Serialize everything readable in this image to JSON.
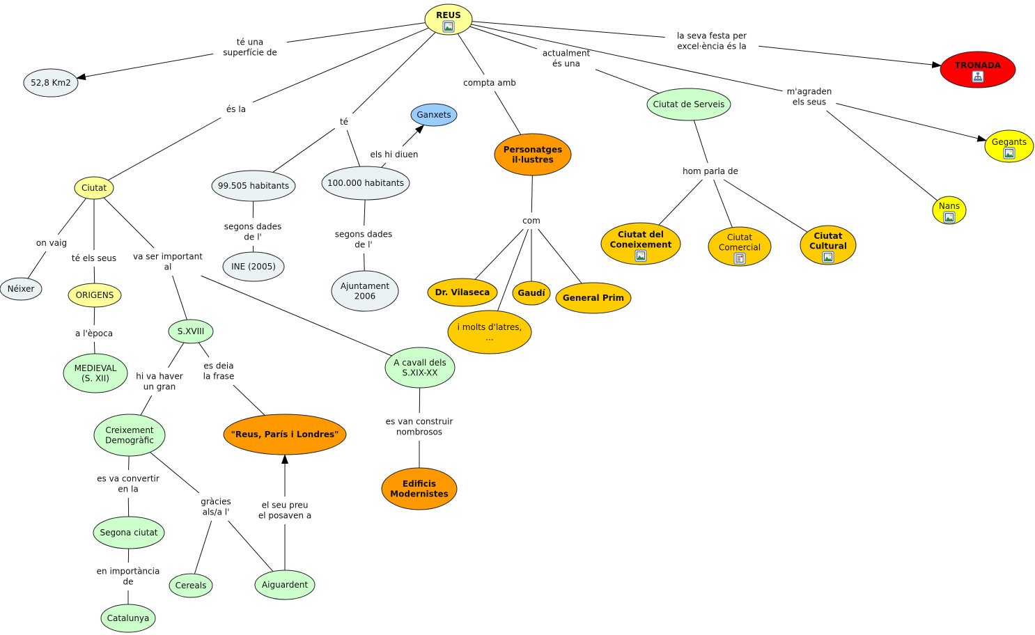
{
  "title": "REUS",
  "colors": {
    "root": "#ffff99",
    "root_text": "#ee0000",
    "pale_grey": "#eaf2f4",
    "pale_yellow": "#ffff99",
    "pale_green": "#ccffcc",
    "blue": "#99ccff",
    "orange": "#ff9900",
    "gold": "#ffcc00",
    "yellow": "#ffff00",
    "red": "#ff0000"
  },
  "nodes": [
    {
      "id": "reus",
      "label": [
        "REUS"
      ],
      "color": "root",
      "bold": true,
      "text_color": "root_text",
      "icon": "image-icon"
    },
    {
      "id": "km2",
      "label": [
        "52,8 Km2"
      ],
      "color": "pale_grey"
    },
    {
      "id": "tronada",
      "label": [
        "TRONADA"
      ],
      "color": "red",
      "bold": true,
      "icon": "concept-map-icon"
    },
    {
      "id": "ciutat",
      "label": [
        "Ciutat"
      ],
      "color": "pale_yellow"
    },
    {
      "id": "hab99",
      "label": [
        "99.505 habitants"
      ],
      "color": "pale_grey"
    },
    {
      "id": "hab100",
      "label": [
        "100.000 habitants"
      ],
      "color": "pale_grey"
    },
    {
      "id": "ganxets",
      "label": [
        "Ganxets"
      ],
      "color": "blue"
    },
    {
      "id": "ine",
      "label": [
        "INE (2005)"
      ],
      "color": "pale_grey"
    },
    {
      "id": "ajunt",
      "label": [
        "Ajuntament",
        "2006"
      ],
      "color": "pale_grey"
    },
    {
      "id": "personatges",
      "label": [
        "Personatges",
        "il·lustres"
      ],
      "color": "orange",
      "bold": true
    },
    {
      "id": "vilaseca",
      "label": [
        "Dr. Vilaseca"
      ],
      "color": "gold",
      "bold": true
    },
    {
      "id": "gaudi",
      "label": [
        "Gaudí"
      ],
      "color": "gold",
      "bold": true
    },
    {
      "id": "prim",
      "label": [
        "General Prim"
      ],
      "color": "gold",
      "bold": true
    },
    {
      "id": "altres",
      "label": [
        "i molts d'latres,",
        "..."
      ],
      "color": "gold"
    },
    {
      "id": "serveis",
      "label": [
        "Ciutat de Serveis"
      ],
      "color": "pale_green"
    },
    {
      "id": "coneix",
      "label": [
        "Ciutat del",
        "Coneixement"
      ],
      "color": "gold",
      "bold": true,
      "icon": "image-icon"
    },
    {
      "id": "comercial",
      "label": [
        "Ciutat",
        "Comercial"
      ],
      "color": "gold",
      "icon": "document-icon"
    },
    {
      "id": "cultural",
      "label": [
        "Ciutat",
        "Cultural"
      ],
      "color": "gold",
      "bold": true,
      "icon": "image-icon"
    },
    {
      "id": "gegants",
      "label": [
        "Gegants"
      ],
      "color": "yellow",
      "icon": "image-icon"
    },
    {
      "id": "nans",
      "label": [
        "Nans"
      ],
      "color": "yellow",
      "icon": "image-icon"
    },
    {
      "id": "neixer",
      "label": [
        "Néixer"
      ],
      "color": "pale_grey"
    },
    {
      "id": "origens",
      "label": [
        "ORIGENS"
      ],
      "color": "pale_yellow"
    },
    {
      "id": "medieval",
      "label": [
        "MEDIEVAL",
        "(S. XII)"
      ],
      "color": "pale_green"
    },
    {
      "id": "sxviii",
      "label": [
        "S.XVIII"
      ],
      "color": "pale_green"
    },
    {
      "id": "cavall",
      "label": [
        "A cavall dels",
        "S.XIX-XX"
      ],
      "color": "pale_green"
    },
    {
      "id": "creix",
      "label": [
        "Creixement",
        "Demogràfic"
      ],
      "color": "pale_green"
    },
    {
      "id": "frase",
      "label": [
        "\"Reus, París i Londres\""
      ],
      "color": "orange",
      "bold": true
    },
    {
      "id": "edificis",
      "label": [
        "Edificis",
        "Modernistes"
      ],
      "color": "orange",
      "bold": true
    },
    {
      "id": "segona",
      "label": [
        "Segona ciutat"
      ],
      "color": "pale_green"
    },
    {
      "id": "catalunya",
      "label": [
        "Catalunya"
      ],
      "color": "pale_green"
    },
    {
      "id": "cereals",
      "label": [
        "Cereals"
      ],
      "color": "pale_green"
    },
    {
      "id": "aiguardent",
      "label": [
        "Aiguardent"
      ],
      "color": "pale_green"
    }
  ],
  "links": [
    {
      "id": "l_superficie",
      "label": [
        "té una",
        "superfície de"
      ]
    },
    {
      "id": "l_esla",
      "label": [
        "és la"
      ]
    },
    {
      "id": "l_te",
      "label": [
        "té"
      ]
    },
    {
      "id": "l_compta",
      "label": [
        "compta amb"
      ]
    },
    {
      "id": "l_actual",
      "label": [
        "actualment",
        "és una"
      ]
    },
    {
      "id": "l_festa",
      "label": [
        "la seva festa per",
        "excel·ència és la"
      ]
    },
    {
      "id": "l_magraden",
      "label": [
        "m'agraden",
        "els seus"
      ]
    },
    {
      "id": "l_diuen",
      "label": [
        "els hi diuen"
      ]
    },
    {
      "id": "l_segons1",
      "label": [
        "segons dades",
        "de l'"
      ]
    },
    {
      "id": "l_segons2",
      "label": [
        "segons dades",
        "de l'"
      ]
    },
    {
      "id": "l_com",
      "label": [
        "com"
      ]
    },
    {
      "id": "l_hom",
      "label": [
        "hom parla de"
      ]
    },
    {
      "id": "l_onvaig",
      "label": [
        "on vaig"
      ]
    },
    {
      "id": "l_teseus",
      "label": [
        "té els seus"
      ]
    },
    {
      "id": "l_important",
      "label": [
        "va ser important",
        "al"
      ]
    },
    {
      "id": "l_epoca",
      "label": [
        "a l'època"
      ]
    },
    {
      "id": "l_haver",
      "label": [
        "hi va haver",
        "un gran"
      ]
    },
    {
      "id": "l_deia",
      "label": [
        "es deia",
        "la frase"
      ]
    },
    {
      "id": "l_construir",
      "label": [
        "es van construir",
        "nombrosos"
      ]
    },
    {
      "id": "l_convertir",
      "label": [
        "es va convertir",
        "en la"
      ]
    },
    {
      "id": "l_gracies",
      "label": [
        "gràcies",
        "als/a l'"
      ]
    },
    {
      "id": "l_preu",
      "label": [
        "el seu preu",
        "el posaven a"
      ]
    },
    {
      "id": "l_importancia",
      "label": [
        "en importància",
        "de"
      ]
    }
  ]
}
